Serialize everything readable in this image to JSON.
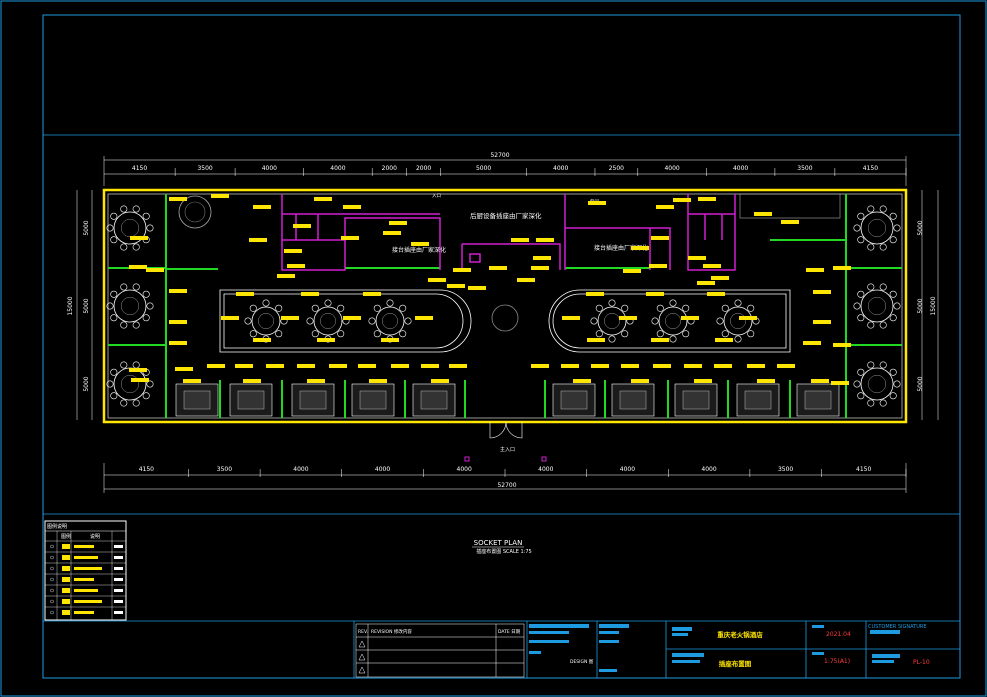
{
  "drawing": {
    "title": "SOCKET PLAN",
    "subtitle": "插座布置图  SCALE 1:75",
    "project_name": "重庆老火锅酒店",
    "sheet_name": "插座布置图",
    "date": "2021.04",
    "scale": "1:75(A1)",
    "customer_signature": "CUSTOMER SIGNATURE",
    "sheet_no": "PL-10",
    "revision_header_no": "REV.",
    "revision_header_desc": "REVISION  修改内容",
    "revision_header_date": "DATE 日期",
    "small_note": "DESIGN 图"
  },
  "plan": {
    "total_width": "52700",
    "top_dims": [
      "4150",
      "3500",
      "4000",
      "4000",
      "2000",
      "2000",
      "5000",
      "4000",
      "2500",
      "4000",
      "4000",
      "3500",
      "4150"
    ],
    "bottom_dims": [
      "4150",
      "3500",
      "4000",
      "4000",
      "4000",
      "4000",
      "4000",
      "4000",
      "3500",
      "4150"
    ],
    "left_total": "15000",
    "right_total": "15000",
    "side_dims": [
      "5000",
      "5000",
      "5000"
    ],
    "label_kitchen": "后厨设备插座由厂家深化",
    "label_bar_left": "接台插座由厂家深化",
    "label_bar_right": "接台插座由厂家深化",
    "label_entrance": "主入口",
    "label_top_door": "入口",
    "label_dish": "荤间"
  },
  "legend": {
    "header": "图例说明",
    "col_symbol": "图例",
    "col_desc": "说明",
    "rows": [
      "",
      "",
      "",
      "",
      "",
      "",
      ""
    ]
  },
  "colors": {
    "wall": "#ffe600",
    "partition": "#d11fd1",
    "window": "#22d822",
    "frame": "#1e9be0",
    "socket": "#ffe600"
  }
}
